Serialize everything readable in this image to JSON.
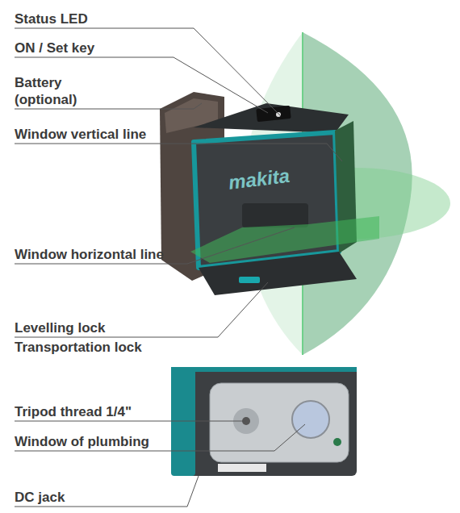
{
  "diagram": {
    "labels": [
      "Status LED",
      "ON / Set key",
      "Battery (optional)",
      "Window vertical line",
      "makita",
      "Window horizontal line",
      "Levelling lock",
      "Transportation lock",
      "Tripod thread 1/4\"",
      "Window of plumbing",
      "DC jack"
    ]
  }
}
